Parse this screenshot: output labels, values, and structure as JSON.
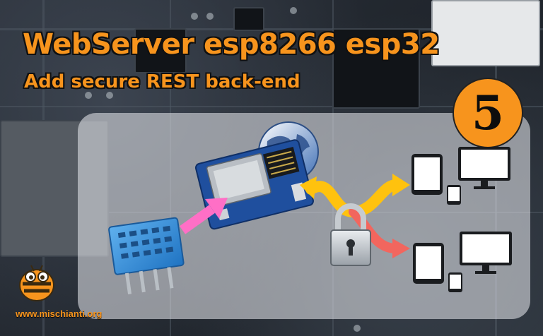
{
  "header": {
    "title": "WebServer esp8266 esp32",
    "subtitle": "Add secure REST back-end"
  },
  "badge": {
    "number": "5"
  },
  "footer": {
    "url": "www.mischianti.org"
  },
  "colors": {
    "accent": "#f7941d",
    "arrow_pink": "#ff6fc6",
    "arrow_yellow": "#ffc20e",
    "arrow_red": "#f2665e",
    "sensor_blue": "#2f8fd8",
    "board_blue": "#1f4f9e"
  },
  "icons": [
    "dht-sensor-icon",
    "esp-board-icon",
    "globe-icon",
    "padlock-icon",
    "tablet-icon",
    "monitor-icon",
    "phone-icon",
    "bee-logo-icon"
  ]
}
